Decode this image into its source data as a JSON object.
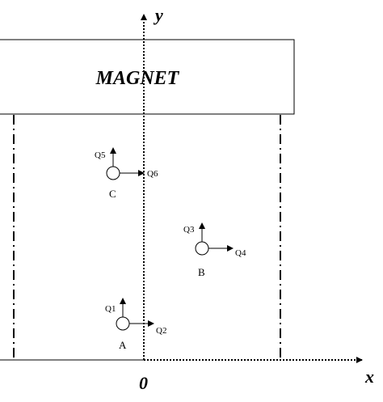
{
  "magnet": {
    "label": "MAGNET"
  },
  "axes": {
    "x_label": "x",
    "y_label": "y",
    "origin_label": "0"
  },
  "particles": [
    {
      "id": "A",
      "label": "A",
      "q_vertical": "Q1",
      "q_horizontal": "Q2"
    },
    {
      "id": "B",
      "label": "B",
      "q_vertical": "Q3",
      "q_horizontal": "Q4"
    },
    {
      "id": "C",
      "label": "C",
      "q_vertical": "Q5",
      "q_horizontal": "Q6"
    }
  ]
}
